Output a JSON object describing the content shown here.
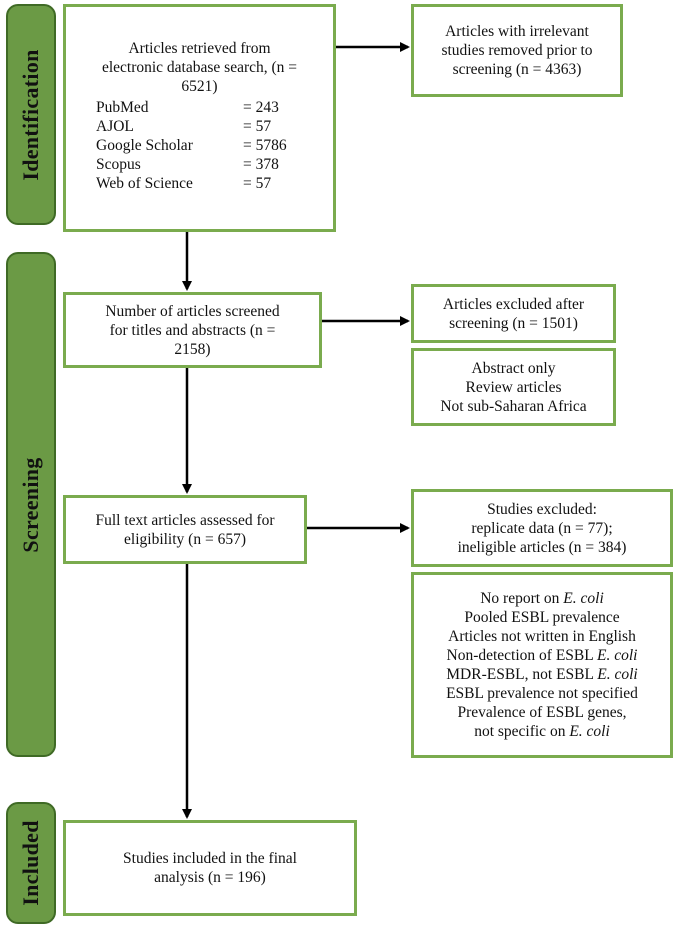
{
  "phases": {
    "identification": "Identification",
    "screening": "Screening",
    "included": "Included"
  },
  "retrieved": {
    "lines": [
      "Articles retrieved from",
      "electronic database search, (n =",
      "6521)"
    ],
    "databases": [
      {
        "name": "PubMed",
        "count": "= 243"
      },
      {
        "name": "AJOL",
        "count": "= 57"
      },
      {
        "name": "Google Scholar",
        "count": "= 5786"
      },
      {
        "name": "Scopus",
        "count": "= 378"
      },
      {
        "name": "Web of Science",
        "count": "= 57"
      }
    ]
  },
  "irrelevant": {
    "lines": [
      "Articles with irrelevant",
      "studies removed prior to",
      "screening (n = 4363)"
    ]
  },
  "screened": {
    "lines": [
      "Number of articles screened",
      "for titles and abstracts (n =",
      "2158)"
    ]
  },
  "excluded_after_screening": {
    "lines": [
      "Articles excluded after",
      "screening (n = 1501)"
    ]
  },
  "screening_reasons": {
    "lines": [
      "Abstract only",
      "Review articles",
      "Not sub-Saharan Africa"
    ]
  },
  "full_text": {
    "lines": [
      "Full text articles assessed for",
      "eligibility (n = 657)"
    ]
  },
  "studies_excluded": {
    "lines": [
      "Studies excluded:",
      "replicate data (n = 77);",
      "ineligible articles (n = 384)"
    ]
  },
  "eligibility_reasons": [
    {
      "text": "No report on ",
      "italic": "E. coli"
    },
    {
      "text": "Pooled ESBL prevalence",
      "italic": ""
    },
    {
      "text": "Articles not written in English",
      "italic": ""
    },
    {
      "text": "Non-detection of ESBL ",
      "italic": "E. coli"
    },
    {
      "text": "MDR-ESBL, not ESBL ",
      "italic": "E. coli"
    },
    {
      "text": "ESBL prevalence not specified",
      "italic": ""
    },
    {
      "text": "Prevalence of ESBL genes,",
      "italic": ""
    },
    {
      "text": "not specific on ",
      "italic": "E. coli"
    }
  ],
  "included_box": {
    "lines": [
      "Studies included in the final",
      "analysis (n = 196)"
    ]
  }
}
